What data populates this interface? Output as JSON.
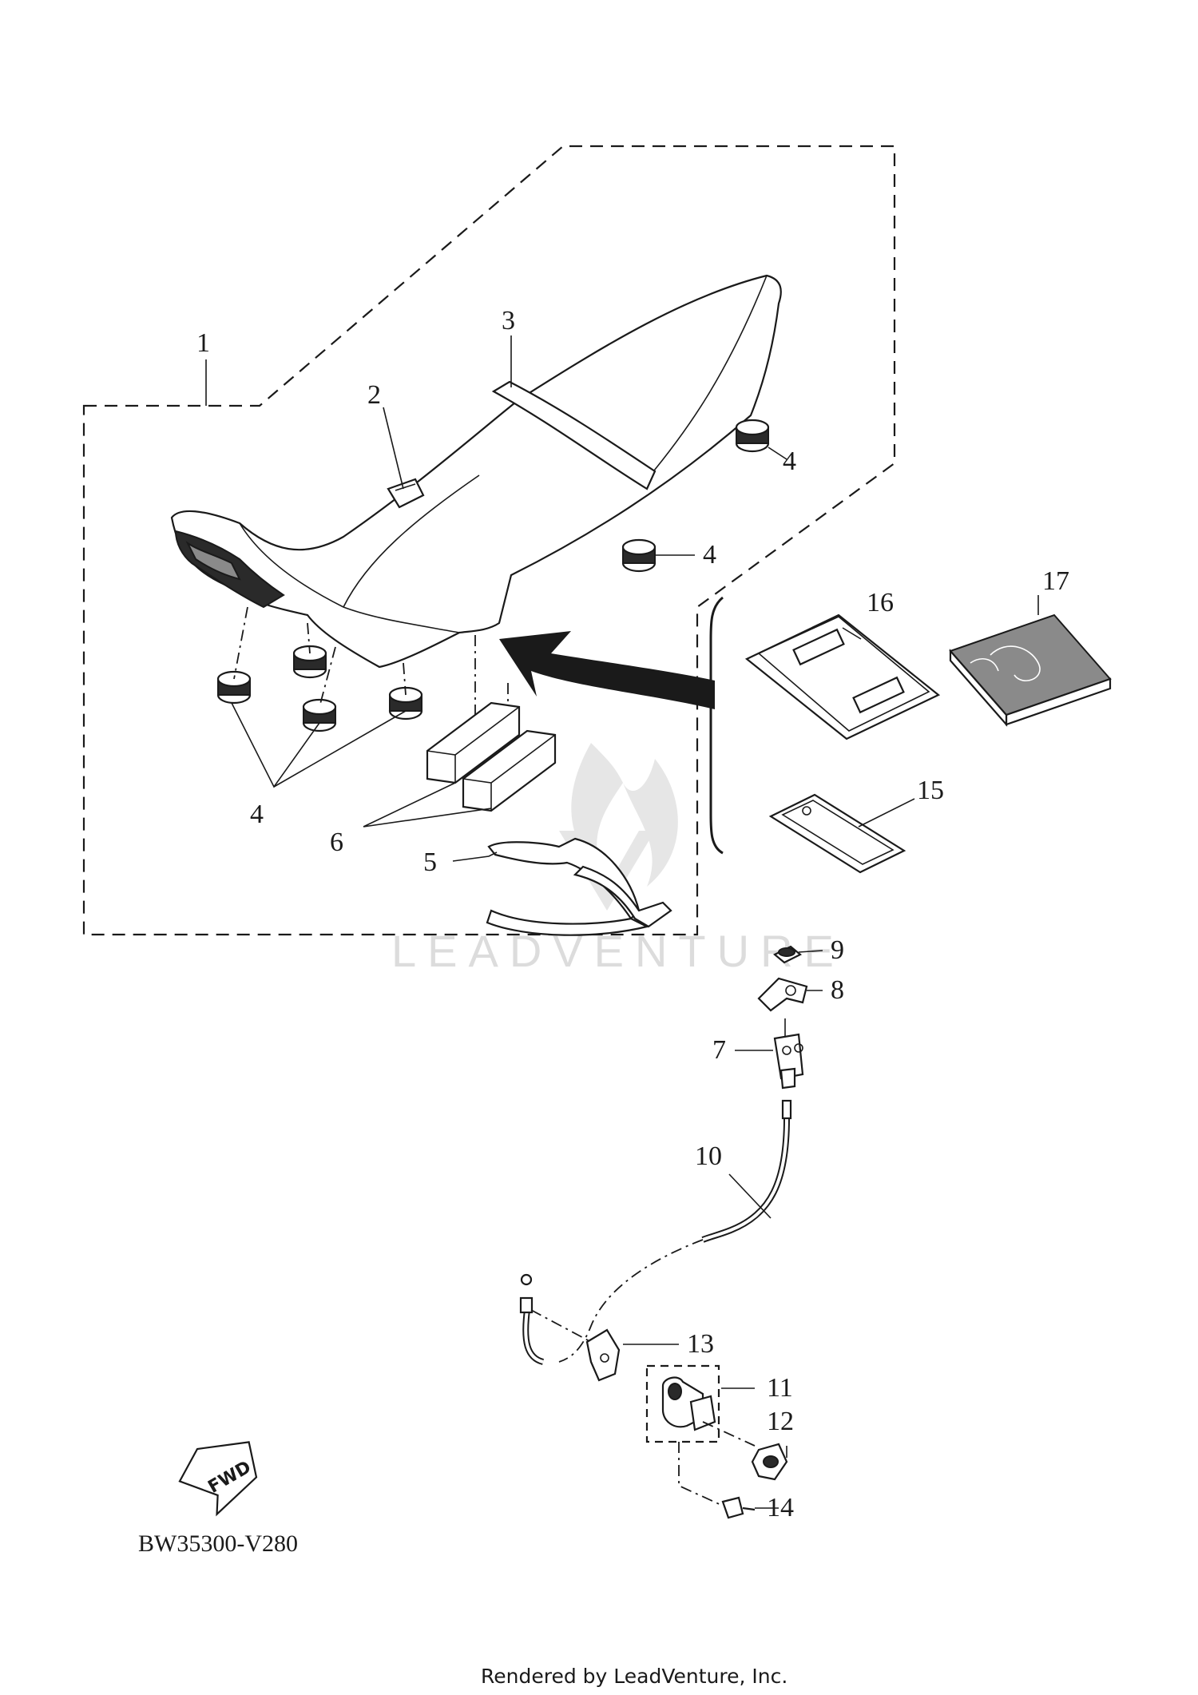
{
  "diagram": {
    "callouts": [
      {
        "id": "1",
        "label": "1"
      },
      {
        "id": "2",
        "label": "2"
      },
      {
        "id": "3",
        "label": "3"
      },
      {
        "id": "4a",
        "label": "4"
      },
      {
        "id": "4b",
        "label": "4"
      },
      {
        "id": "4c",
        "label": "4"
      },
      {
        "id": "5",
        "label": "5"
      },
      {
        "id": "6",
        "label": "6"
      },
      {
        "id": "7",
        "label": "7"
      },
      {
        "id": "8",
        "label": "8"
      },
      {
        "id": "9",
        "label": "9"
      },
      {
        "id": "10",
        "label": "10"
      },
      {
        "id": "11",
        "label": "11"
      },
      {
        "id": "12",
        "label": "12"
      },
      {
        "id": "13",
        "label": "13"
      },
      {
        "id": "14",
        "label": "14"
      },
      {
        "id": "15",
        "label": "15"
      },
      {
        "id": "16",
        "label": "16"
      },
      {
        "id": "17",
        "label": "17"
      }
    ],
    "direction_badge": "FWD",
    "diagram_code": "BW35300-V280",
    "watermark": "LEADVENTURE",
    "footer": "Rendered by LeadVenture, Inc."
  }
}
